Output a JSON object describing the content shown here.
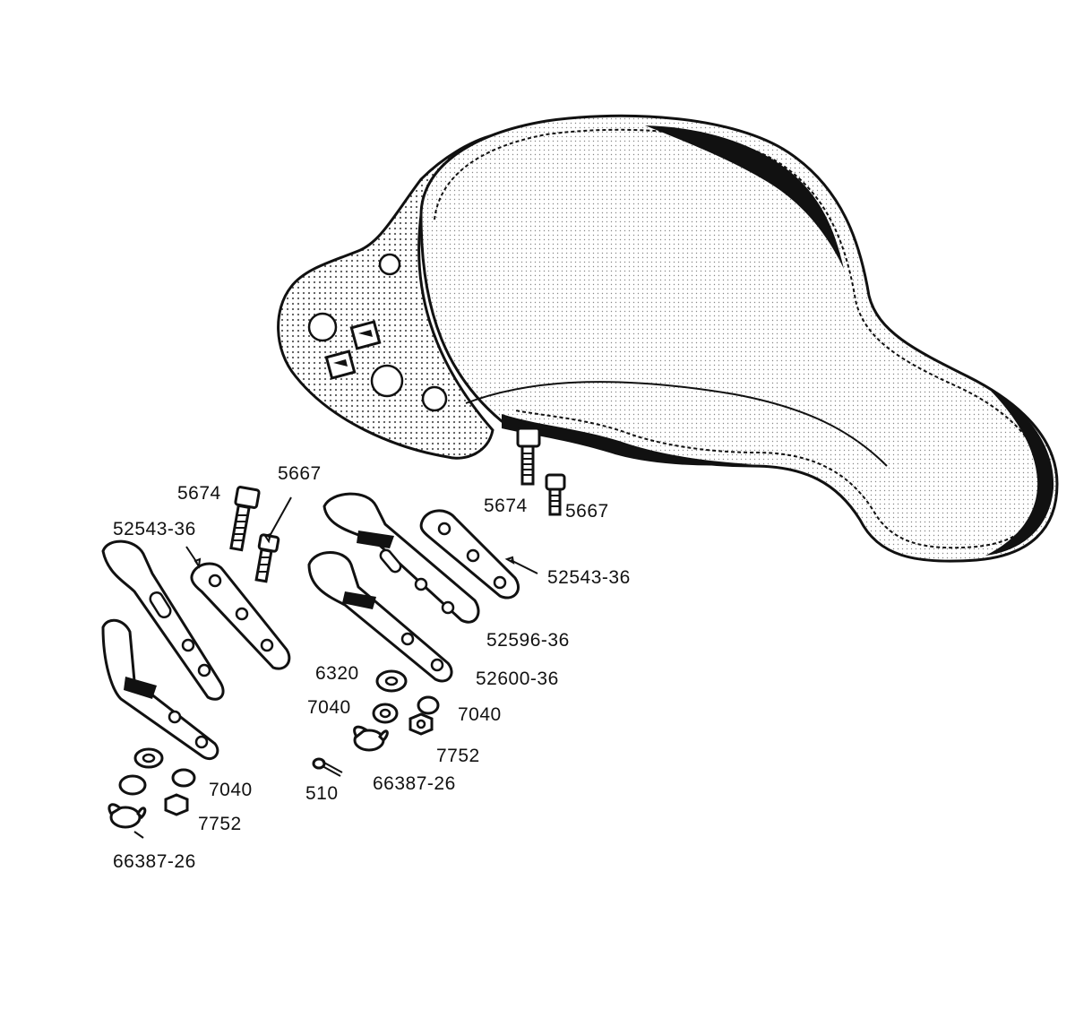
{
  "labels": {
    "bolt_left": "5674",
    "screw_left": "5667",
    "strap_left": "52543-36",
    "bolt_right": "5674",
    "screw_right": "5667",
    "strap_right": "52543-36",
    "spring_mid": "52596-36",
    "spring_lower": "52600-36",
    "washer_flat": "6320",
    "lockwasher_mid_left": "7040",
    "lockwasher_mid_right": "7040",
    "nut_mid": "7752",
    "wingnut_mid": "66387-26",
    "cotter_pin": "510",
    "lockwasher_left": "7040",
    "nut_left": "7752",
    "wingnut_left": "66387-26"
  },
  "colors": {
    "ink": "#111111",
    "paper": "#ffffff",
    "seat_fill": "#eeeeee",
    "dots": "#555555"
  }
}
